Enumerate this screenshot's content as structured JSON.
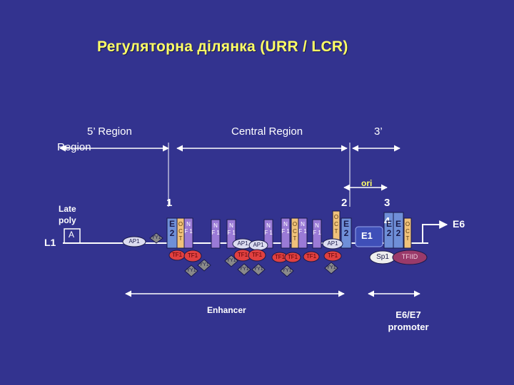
{
  "title": "Регуляторна ділянка  (URR / LCR)",
  "regions": {
    "five_prime": "5’ Region",
    "five_prime_line2": "Region",
    "central": "Central Region",
    "three_prime": "3’"
  },
  "labels": {
    "late_poly": "Late",
    "late_poly_2": "poly",
    "late_poly_a": "A",
    "l1": "L1",
    "e6": "E6",
    "ori": "ori",
    "num1": "1",
    "num2": "2",
    "num3": "3",
    "num4": "4",
    "enhancer": "Enhancer",
    "promoter_1": "E6/E7",
    "promoter_2": "promoter",
    "e1": "E1",
    "sp1": "Sp1",
    "tfiid": "TFIID"
  },
  "sites": {
    "ap1": "AP1",
    "yy1": "YY1",
    "tf1": "TF1",
    "e2": "E 2",
    "oct": "O C T",
    "nf1": "N F 1"
  },
  "colors": {
    "background": "#33338f",
    "title": "#ffff66",
    "e2_box": "#6f8fd8",
    "oct_box": "#f0c27a",
    "nf1_box": "#9a7ad6",
    "tf1": "#e04040",
    "yy1": "#8a8a8a",
    "ap1": "#dcdcf0",
    "tfiid": "#9a3a6a",
    "ori": "#ffff66"
  }
}
